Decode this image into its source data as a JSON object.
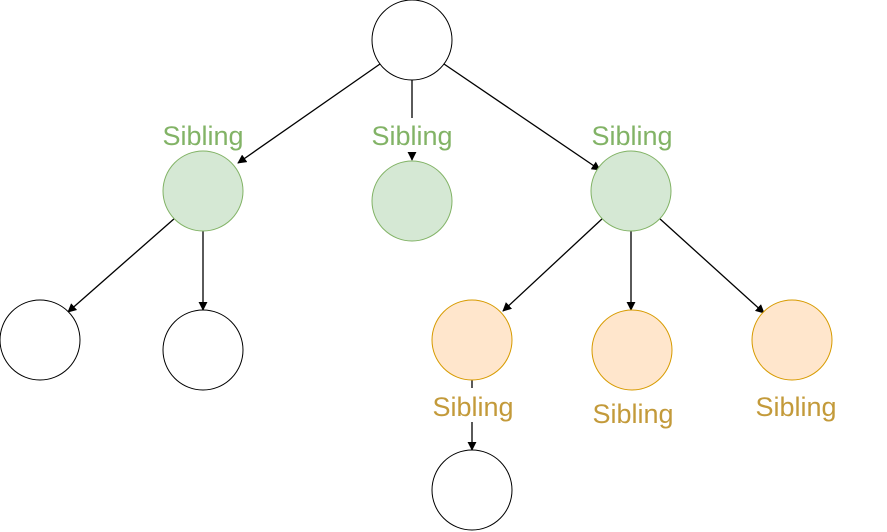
{
  "diagram": {
    "colors": {
      "sibling_green": "#82b366",
      "sibling_green_fill": "#d5e8d4",
      "sibling_orange": "#d79b00",
      "sibling_orange_fill": "#ffe6cc",
      "sibling_orange_text": "#c39a3a",
      "node_plain_fill": "#ffffff",
      "edge": "#000000"
    },
    "labels": {
      "green_left": "Sibling",
      "green_middle": "Sibling",
      "green_right": "Sibling",
      "orange_left": "Sibling",
      "orange_middle": "Sibling",
      "orange_right": "Sibling"
    }
  }
}
